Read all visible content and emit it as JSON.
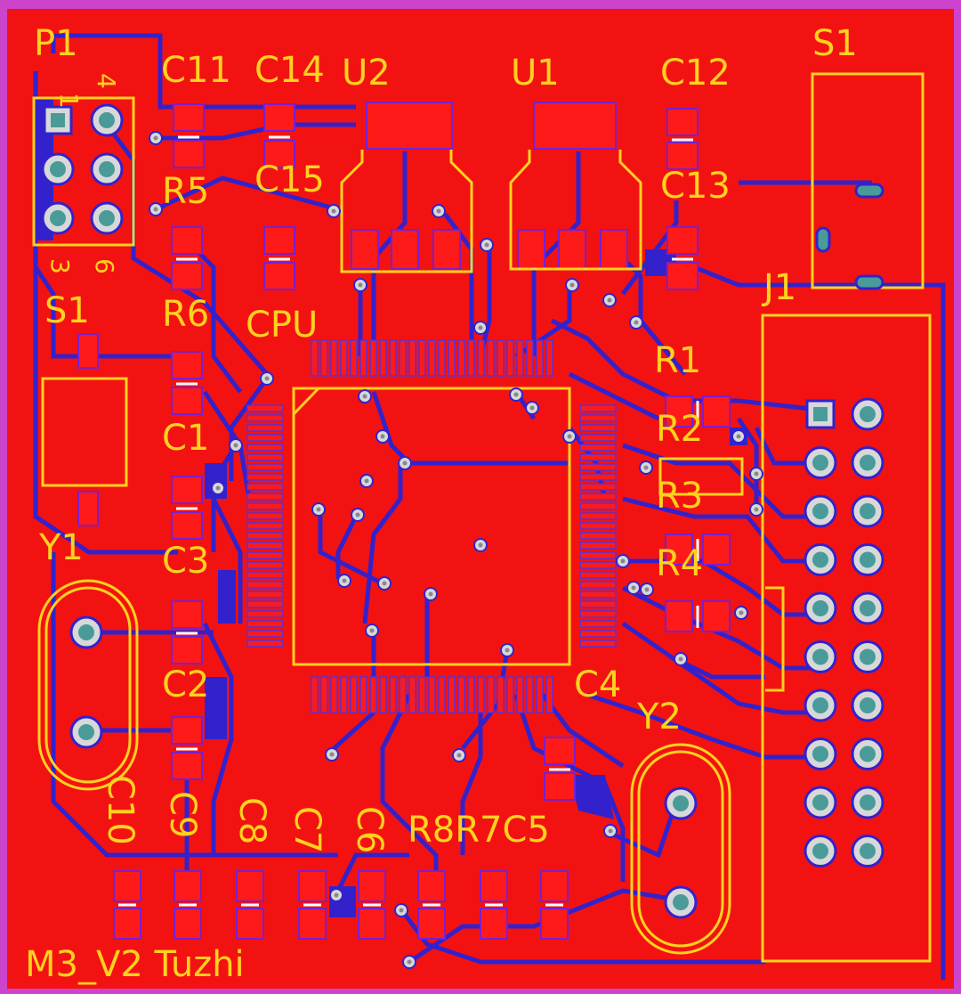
{
  "board": {
    "title": "M3_V2 Tuzhi",
    "colors": {
      "copper": "#f31212",
      "bottom_layer": "#3322cc",
      "silkscreen": "#ffd21e",
      "pad": "#5aa0a0",
      "border": "#cc44cc"
    }
  },
  "designators": {
    "p1": "P1",
    "p1_pin1": "1",
    "p1_pin4": "4",
    "p1_pin3": "3",
    "p1_pin6": "6",
    "c11": "C11",
    "c14": "C14",
    "u2": "U2",
    "u1": "U1",
    "c12": "C12",
    "s1_top": "S1",
    "r5": "R5",
    "c15": "C15",
    "c13": "C13",
    "s1_left": "S1",
    "r6": "R6",
    "cpu": "CPU",
    "j1": "J1",
    "r1": "R1",
    "r2": "R2",
    "r3": "R3",
    "r4": "R4",
    "c1": "C1",
    "y1": "Y1",
    "c3": "C3",
    "c2": "C2",
    "c4": "C4",
    "y2": "Y2",
    "c10": "C10",
    "c9": "C9",
    "c8": "C8",
    "c7": "C7",
    "c6": "C6",
    "r8r7c5": "R8R7C5"
  }
}
